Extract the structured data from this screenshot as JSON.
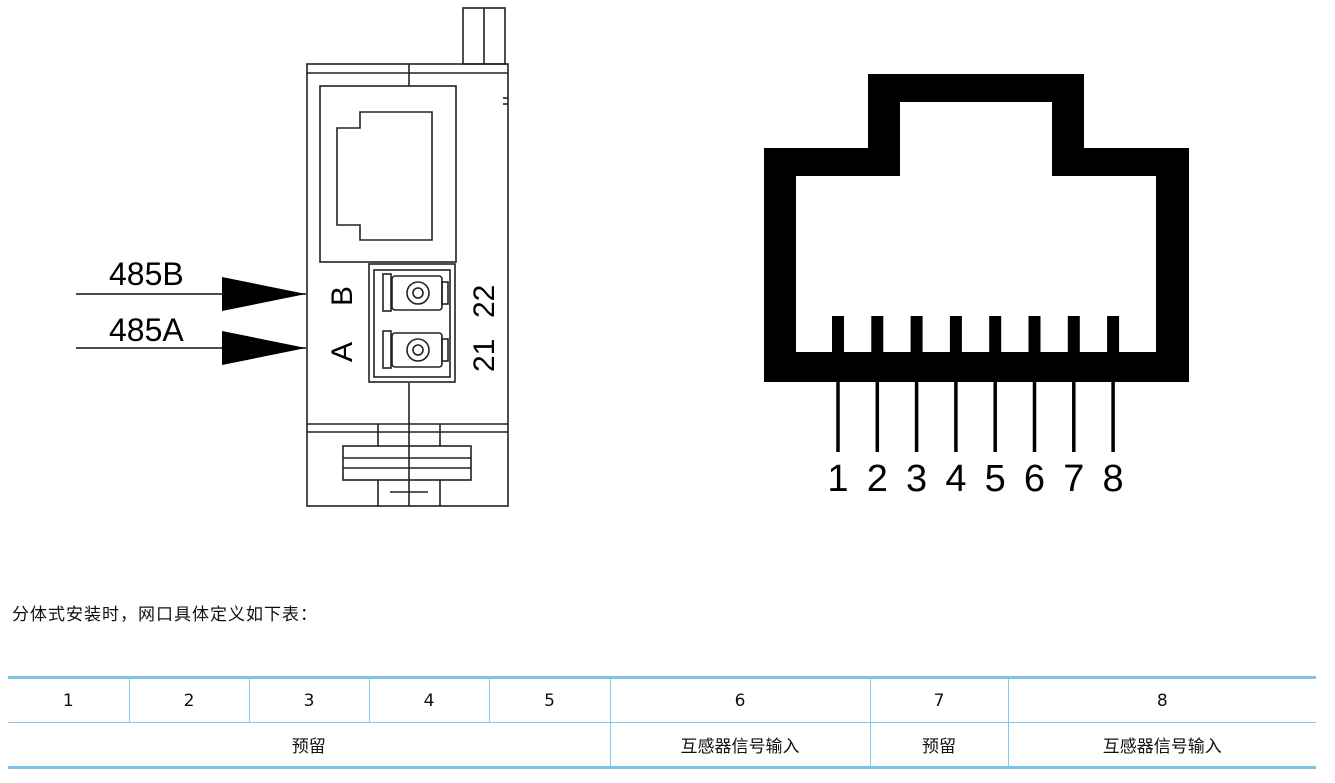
{
  "device": {
    "wire_b_label": "485B",
    "wire_a_label": "485A",
    "terminal_b": "B",
    "terminal_a": "A",
    "terminal_b_num": "22",
    "terminal_a_num": "21"
  },
  "rj45": {
    "pins": [
      "1",
      "2",
      "3",
      "4",
      "5",
      "6",
      "7",
      "8"
    ]
  },
  "caption": "分体式安装时，网口具体定义如下表：",
  "table": {
    "headers": [
      "1",
      "2",
      "3",
      "4",
      "5",
      "6",
      "7",
      "8"
    ],
    "rows": [
      {
        "text": "预留"
      },
      {
        "text": "互感器信号输入"
      },
      {
        "text": "预留"
      },
      {
        "text": "互感器信号输入"
      }
    ]
  }
}
